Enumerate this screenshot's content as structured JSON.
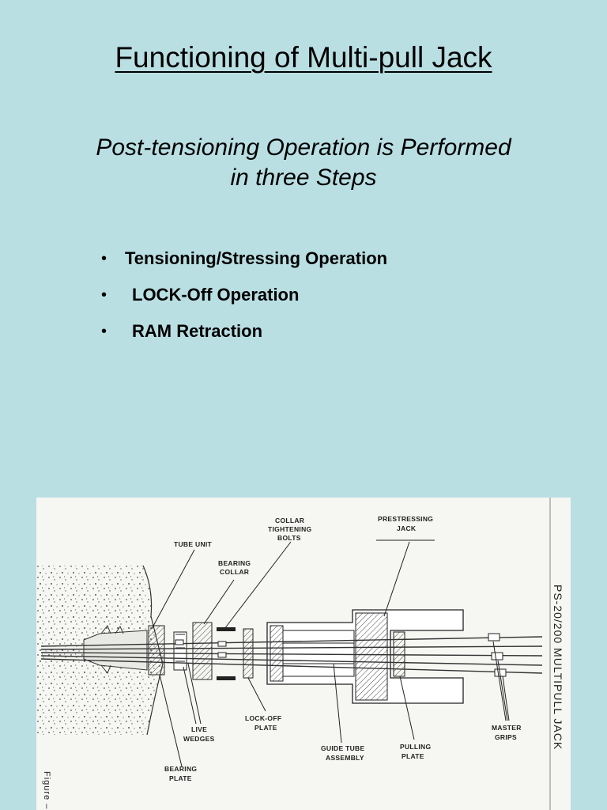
{
  "slide": {
    "title": "Functioning of Multi-pull Jack",
    "subtitle_line1": "Post-tensioning Operation is Performed",
    "subtitle_line2": "in three Steps",
    "bullets": [
      "Tensioning/Stressing Operation",
      "LOCK-Off Operation",
      "RAM Retraction"
    ]
  },
  "diagram": {
    "labels": {
      "tube_unit": "TUBE UNIT",
      "bearing_collar_1": "BEARING",
      "bearing_collar_2": "COLLAR",
      "collar_bolts_1": "COLLAR",
      "collar_bolts_2": "TIGHTENING",
      "collar_bolts_3": "BOLTS",
      "prestressing_jack_1": "PRESTRESSING",
      "prestressing_jack_2": "JACK",
      "live_wedges_1": "LIVE",
      "live_wedges_2": "WEDGES",
      "bearing_plate_1": "BEARING",
      "bearing_plate_2": "PLATE",
      "lock_off_plate_1": "LOCK-OFF",
      "lock_off_plate_2": "PLATE",
      "guide_tube_1": "GUIDE TUBE",
      "guide_tube_2": "ASSEMBLY",
      "pulling_plate_1": "PULLING",
      "pulling_plate_2": "PLATE",
      "master_grips_1": "MASTER",
      "master_grips_2": "GRIPS"
    },
    "side_title": "PS-20/200 MULTIPULL JACK",
    "figure_caption": "Figure –"
  }
}
